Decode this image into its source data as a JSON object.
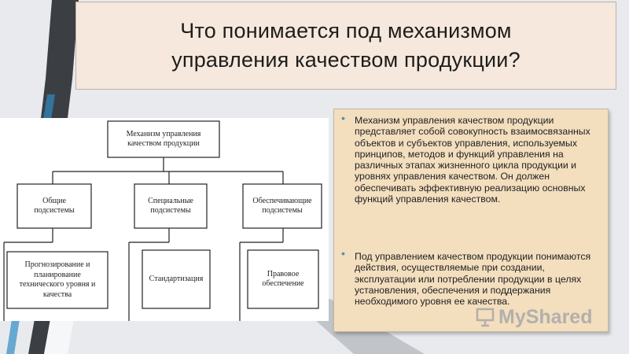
{
  "title": {
    "line1": "Что понимается под механизмом",
    "line2": "управления качеством продукции?"
  },
  "diagram": {
    "root": {
      "line1": "Механизм управления",
      "line2": "качеством продукции"
    },
    "level2": [
      {
        "line1": "Общие",
        "line2": "подсистемы"
      },
      {
        "line1": "Специальные",
        "line2": "подсистемы"
      },
      {
        "line1": "Обеспечивающие",
        "line2": "подсистемы"
      }
    ],
    "level3": [
      {
        "lines": [
          "Прогнозирование и",
          "планирование",
          "технического уровня и",
          "качества"
        ]
      },
      {
        "lines": [
          "Стандартизация"
        ]
      },
      {
        "lines": [
          "Правовое",
          "обеспечение"
        ]
      }
    ]
  },
  "text_box": {
    "paragraph1": "Механизм управления качеством продукции представляет собой совокупность взаимосвязанных объектов и субъектов управления, используемых принципов, методов и функций управления на различных этапах жизненного цикла продукции и уровнях управления качеством. Он должен обеспечивать эффективную реализацию основных функций управления качеством.",
    "paragraph2": "Под управлением качеством продукции понимаются действия, осуществляемые при создании, эксплуатации или потреблении продукции в целях установления, обеспечения и поддержания необходимого уровня ее качества."
  },
  "watermark": {
    "text": "MyShared"
  },
  "colors": {
    "title_bg": "#f6e8dc",
    "text_box_bg": "#f3debe",
    "bullet": "#4a8fb8",
    "stripe_dark": "#3b3f44",
    "stripe_blue": "#2f8bc4"
  }
}
